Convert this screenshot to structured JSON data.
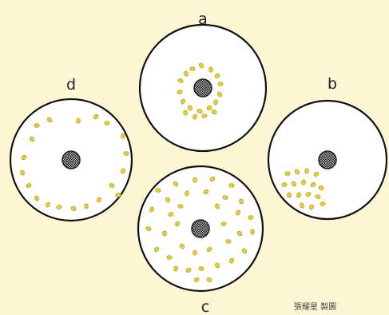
{
  "labels": {
    "a": "a",
    "b": "b",
    "c": "c",
    "d": "d"
  },
  "credit": "張耀星 製圖",
  "colors": {
    "background": "#fdf6d5",
    "dish_fill": "#ffffff",
    "dish_stroke": "#111111",
    "particle": "#e6cf3a",
    "particle_stroke": "#b39a1c",
    "nucleus": "#222222"
  },
  "icons": {
    "dish": "circle-outline-icon",
    "nucleus": "crosshatched-dark-circle-icon",
    "particle": "yellow-cell-icon"
  }
}
